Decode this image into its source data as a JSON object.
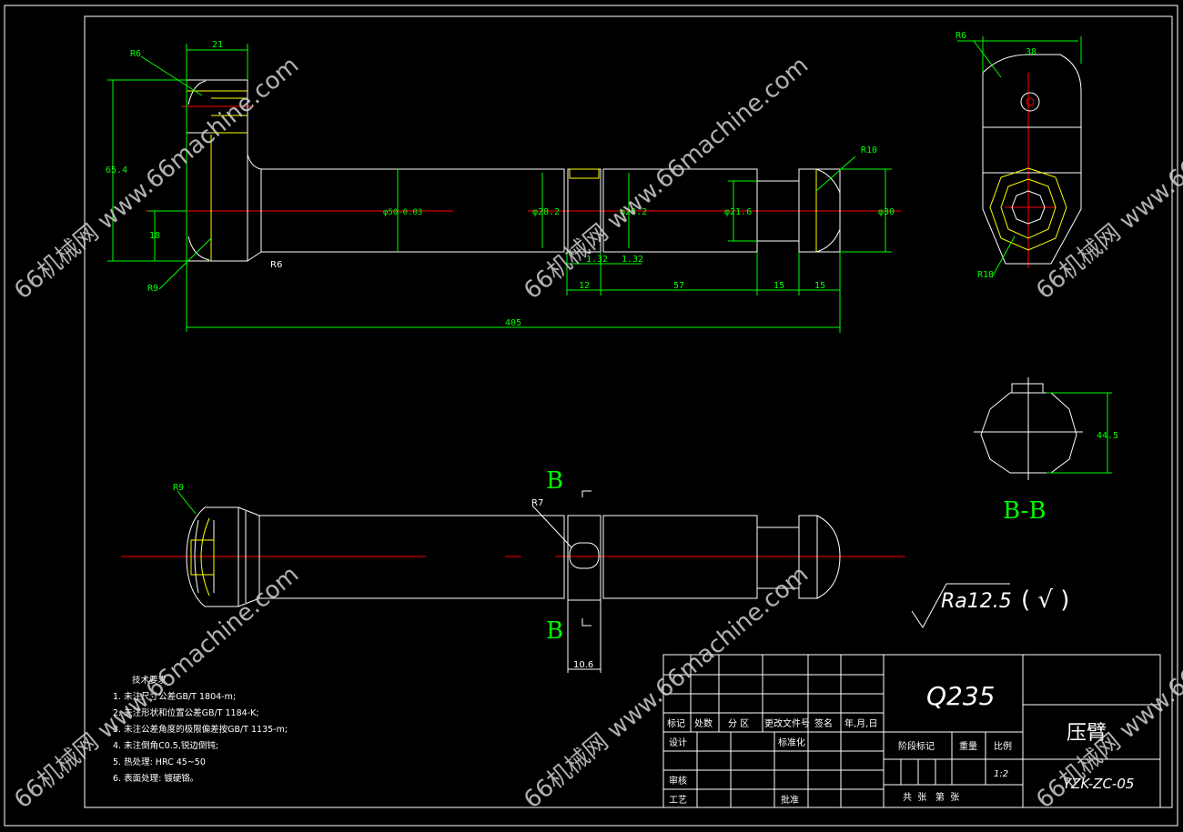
{
  "dimensions": {
    "top_view": {
      "d21": "21",
      "r6_top": "R6",
      "d65_4": "65.4",
      "d18": "18",
      "r9": "R9",
      "r6_bot": "R6",
      "dia50": "φ50-0.03",
      "dia28_a": "φ28.2",
      "dia28_b": "φ28.2",
      "dia21_6": "φ21.6",
      "dia30": "φ30",
      "r10": "R10",
      "d1_32a": "1.32",
      "d1_32b": "1.32",
      "d12": "12",
      "d57": "57",
      "d15a": "15",
      "d15b": "15",
      "d405": "405"
    },
    "side_view": {
      "r6": "R6",
      "d38": "38",
      "r18": "R18"
    },
    "bottom_view": {
      "r9": "R9",
      "r7": "R7",
      "d10_6": "10.6",
      "section_mark_top": "B",
      "section_mark_bottom": "B"
    },
    "section": {
      "d44_5": "44.5",
      "label": "B-B"
    }
  },
  "roughness": {
    "symbol_text": "Ra12.5",
    "suffix": "( √ )"
  },
  "notes": {
    "title": "技术要求",
    "items": [
      "1. 未注尺寸公差GB/T 1804-m;",
      "2. 未注形状和位置公差GB/T 1184-K;",
      "3. 未注公差角度的极限偏差按GB/T 1135-m;",
      "4. 未注倒角C0.5,锐边倒钝;",
      "5. 热处理: HRC 45~50",
      "6. 表面处理: 镀硬铬。"
    ]
  },
  "title_block": {
    "material": "Q235",
    "part_name": "压臂",
    "drawing_no": "YZK-ZC-05",
    "headers": [
      "标记",
      "处数",
      "分 区",
      "更改文件号",
      "签名",
      "年,月,日"
    ],
    "design": "设计",
    "standardize": "标准化",
    "review": "审核",
    "process": "工艺",
    "approve": "批准",
    "stage": "阶段标记",
    "weight": "重量",
    "scale_label": "比例",
    "scale": "1:2",
    "sheets": "共  张   第  张"
  },
  "watermark": "66机械网 www.66machine.com"
}
